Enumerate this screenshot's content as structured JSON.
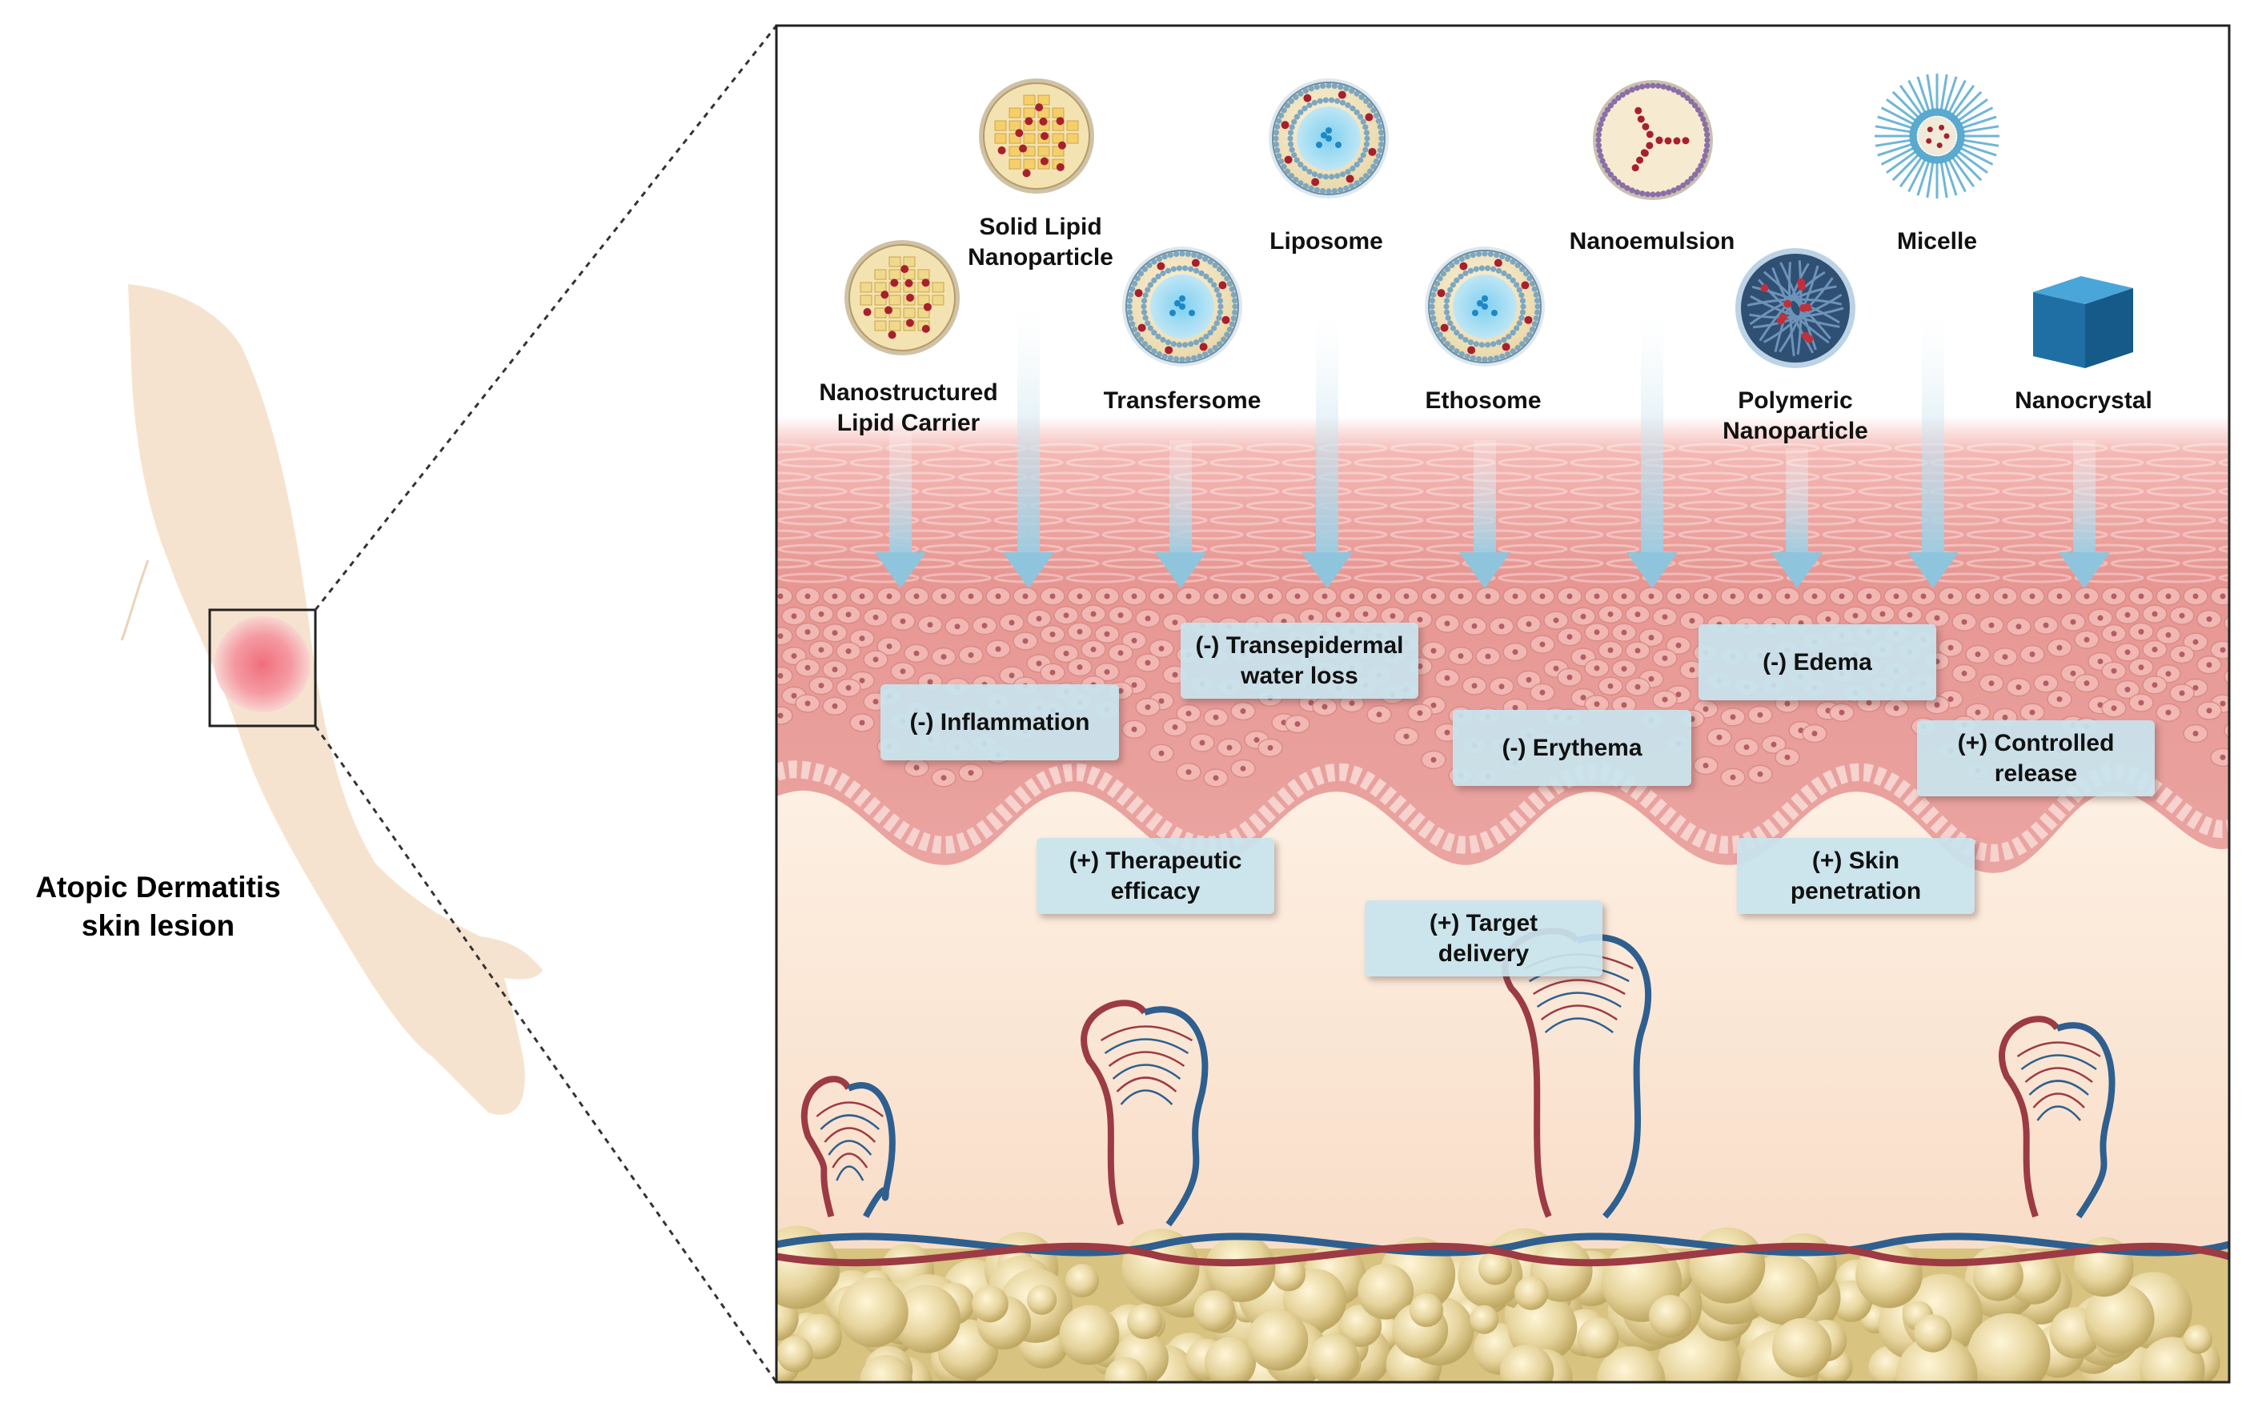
{
  "caption": {
    "line1": "Atopic Dermatitis",
    "line2": "skin lesion"
  },
  "nanoparticles": [
    {
      "id": "nlc",
      "icon": "nanostructured-lipid-carrier-icon",
      "line1": "Nanostructured",
      "line2": "Lipid Carrier"
    },
    {
      "id": "sln",
      "icon": "solid-lipid-nanoparticle-icon",
      "line1": "Solid Lipid",
      "line2": "Nanoparticle"
    },
    {
      "id": "transfersome",
      "icon": "transfersome-icon",
      "line1": "Transfersome",
      "line2": ""
    },
    {
      "id": "liposome",
      "icon": "liposome-icon",
      "line1": "Liposome",
      "line2": ""
    },
    {
      "id": "ethosome",
      "icon": "ethosome-icon",
      "line1": "Ethosome",
      "line2": ""
    },
    {
      "id": "nanoemulsion",
      "icon": "nanoemulsion-icon",
      "line1": "Nanoemulsion",
      "line2": ""
    },
    {
      "id": "polymeric",
      "icon": "polymeric-nanoparticle-icon",
      "line1": "Polymeric",
      "line2": "Nanoparticle"
    },
    {
      "id": "micelle",
      "icon": "micelle-icon",
      "line1": "Micelle",
      "line2": ""
    },
    {
      "id": "nanocrystal",
      "icon": "nanocrystal-icon",
      "line1": "Nanocrystal",
      "line2": ""
    }
  ],
  "effects": [
    {
      "id": "inflammation",
      "line1": "(-) Inflammation",
      "line2": ""
    },
    {
      "id": "tewl",
      "line1": "(-) Transepidermal",
      "line2": "water loss"
    },
    {
      "id": "erythema",
      "line1": "(-) Erythema",
      "line2": ""
    },
    {
      "id": "edema",
      "line1": "(-) Edema",
      "line2": ""
    },
    {
      "id": "controlled",
      "line1": "(+) Controlled",
      "line2": "release"
    },
    {
      "id": "therapeutic",
      "line1": "(+) Therapeutic",
      "line2": "efficacy"
    },
    {
      "id": "target",
      "line1": "(+) Target",
      "line2": "delivery"
    },
    {
      "id": "penetration",
      "line1": "(+) Skin",
      "line2": "penetration"
    }
  ],
  "colors": {
    "skin_tone": "#f6e3cf",
    "lesion": "#ee7a84",
    "epidermis": "#e9a3a0",
    "dermis": "#fbe7d6",
    "fat": "#e3d29a",
    "artery": "#9c3b44",
    "vein": "#2e5f8f",
    "arrow": "#a9d3e4",
    "effect_box": "#c8e4ee"
  }
}
